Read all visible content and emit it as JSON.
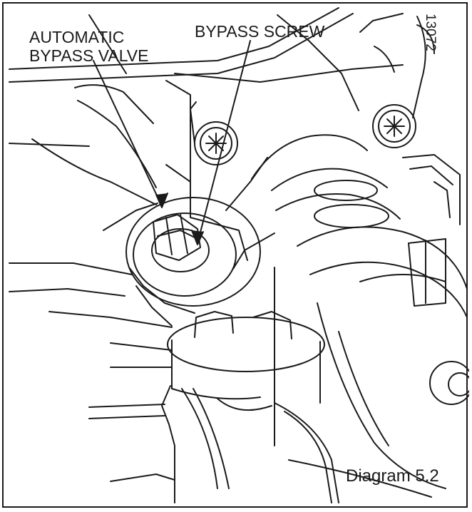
{
  "figure": {
    "label_valve": [
      "AUTOMATIC",
      "BYPASS VALVE"
    ],
    "label_screw": "BYPASS SCREW",
    "reference_number": "13072",
    "caption": "Diagram 5.2"
  },
  "colors": {
    "line": "#1a1a1a",
    "background": "#ffffff"
  }
}
